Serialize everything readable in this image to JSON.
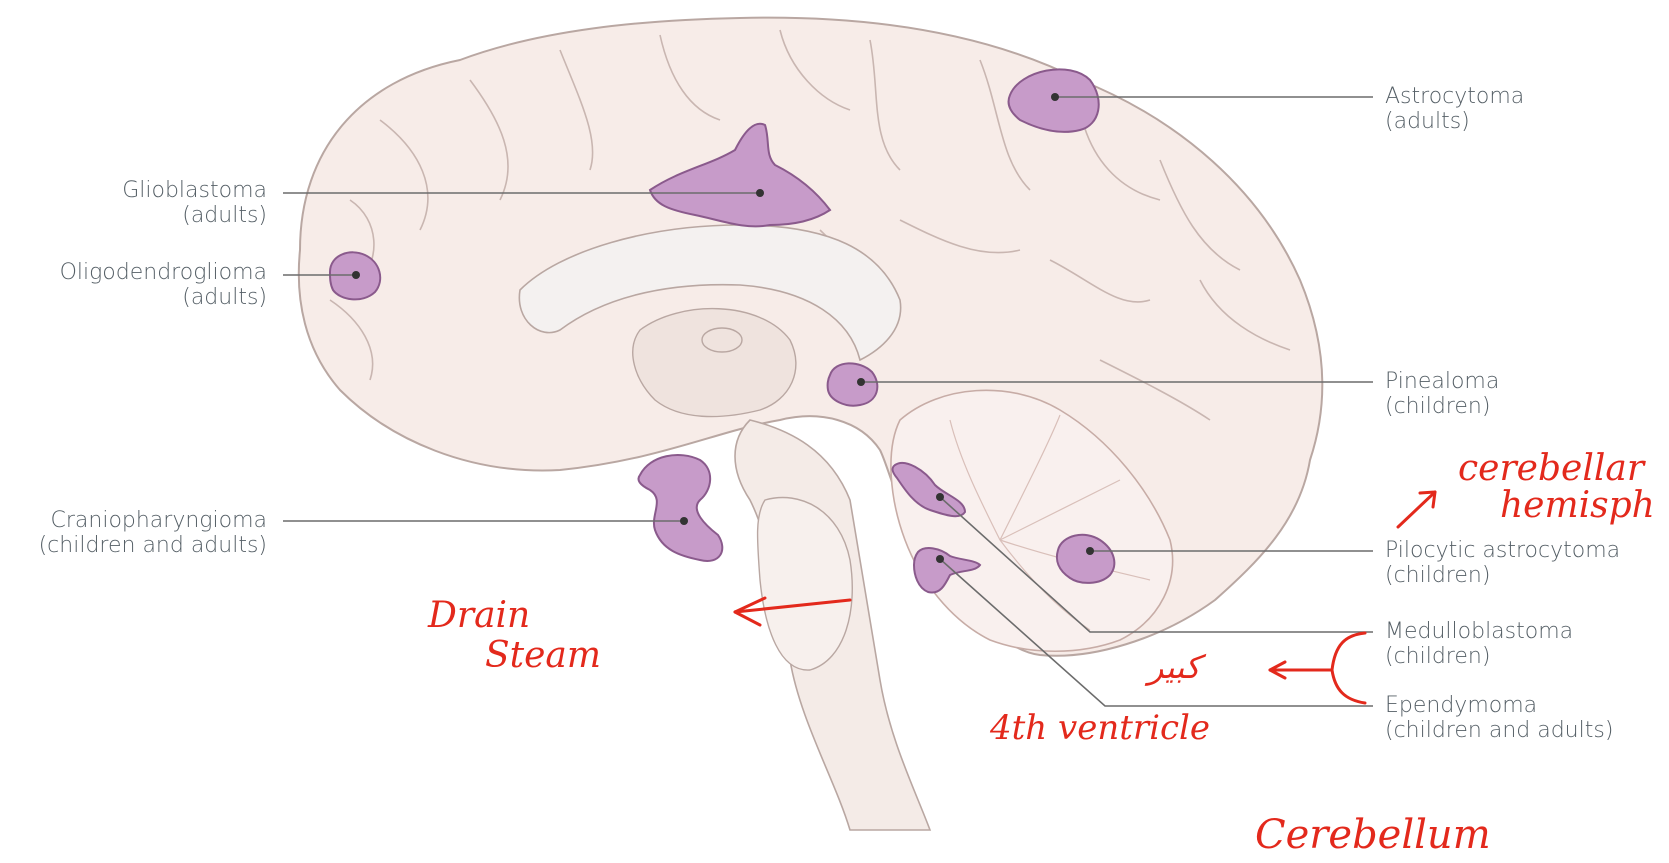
{
  "labels": {
    "glioblastoma": {
      "name": "Glioblastoma",
      "group": "(adults)"
    },
    "oligodendroglioma": {
      "name": "Oligodendroglioma",
      "group": "(adults)"
    },
    "craniopharyngioma": {
      "name": "Craniopharyngioma",
      "group": "(children and adults)"
    },
    "astrocytoma": {
      "name": "Astrocytoma",
      "group": "(adults)"
    },
    "pinealoma": {
      "name": "Pinealoma",
      "group": "(children)"
    },
    "pilocytic": {
      "name": "Pilocytic astrocytoma",
      "group": "(children)"
    },
    "medulloblastoma": {
      "name": "Medulloblastoma",
      "group": "(children)"
    },
    "ependymoma": {
      "name": "Ependymoma",
      "group": "(children and adults)"
    }
  },
  "annotations": {
    "brain_stem_1": "Drain",
    "brain_stem_2": "Steam",
    "cerebellar_1": "cerebellar",
    "cerebellar_2": "hemisph",
    "fourth_ventricle": "4th ventricle",
    "arabic": "كبير",
    "cerebellum": "Cerebellum"
  },
  "colors": {
    "tumor_fill": "#c79bc9",
    "tumor_stroke": "#8a5a8c",
    "brain_fill": "#f7ece8",
    "brain_outline": "#b9a7a2",
    "leader_line": "#6c6c6c",
    "annotation": "#e3291c"
  }
}
